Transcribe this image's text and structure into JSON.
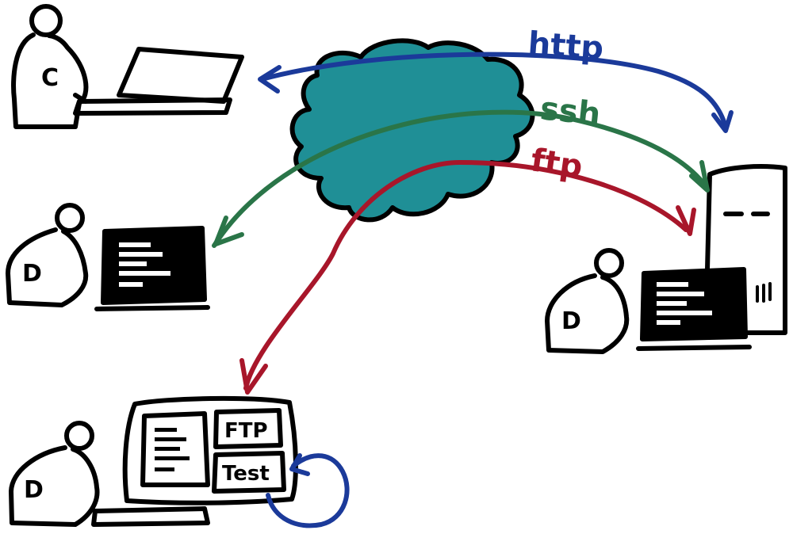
{
  "protocols": {
    "http": {
      "label": "http",
      "color": "#1b3a9a"
    },
    "ssh": {
      "label": "ssh",
      "color": "#2a7548"
    },
    "ftp": {
      "label": "ftp",
      "color": "#a8162a"
    }
  },
  "colors": {
    "cloud": "#1f8f96",
    "ink": "#000000",
    "loop": "#1b3a9a"
  },
  "people": {
    "client": {
      "letter": "C"
    },
    "dev_top": {
      "letter": "D"
    },
    "dev_server": {
      "letter": "D"
    },
    "dev_bottom": {
      "letter": "D"
    }
  },
  "bottom_monitor": {
    "ftp_panel": "FTP",
    "test_panel": "Test"
  }
}
